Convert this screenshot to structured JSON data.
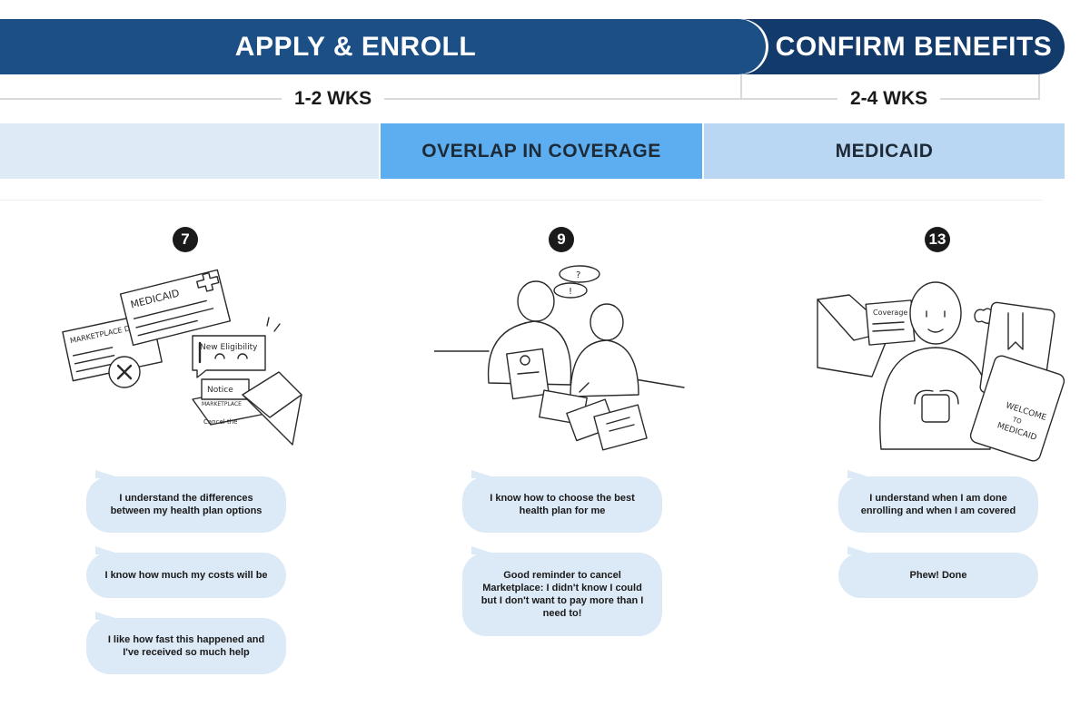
{
  "phases": {
    "apply": "APPLY & ENROLL",
    "confirm": "CONFIRM BENEFITS"
  },
  "durations": {
    "apply": "1-2 WKS",
    "confirm": "2-4 WKS"
  },
  "lanes": {
    "overlap": "OVERLAP IN COVERAGE",
    "medicaid": "MEDICAID"
  },
  "steps": [
    {
      "number": "7",
      "illustration_text": {
        "medicaid": "MEDICAID",
        "marketplace_discount": "MARKETPLACE DISCOUNT",
        "new_eligibility": "New Eligibility",
        "notice": "Notice",
        "notice_marketplace": "MARKETPLACE",
        "cancel": "Cancel the"
      },
      "quotes": [
        "I understand the differences between my health plan options",
        "I know how much my costs will be",
        "I like how fast this happened and I've received so much help"
      ]
    },
    {
      "number": "9",
      "illustration_text": {
        "q": "?",
        "bang": "!"
      },
      "quotes": [
        "I know how to choose the best health plan for me",
        "Good reminder to cancel Marketplace: I didn't know I could but I don't want to pay more than I need to!"
      ]
    },
    {
      "number": "13",
      "illustration_text": {
        "coverage": "Coverage",
        "welcome": "WELCOME",
        "to": "TO",
        "medicaid": "MEDICAID"
      },
      "quotes": [
        "I understand when I am done enrolling and when I am covered",
        "Phew! Done"
      ]
    }
  ],
  "colors": {
    "apply_phase": "#1b4f85",
    "confirm_phase": "#123a6b",
    "overlap_lane": "#5caef0",
    "medicaid_lane": "#b9d7f3",
    "bubble": "#dce9f6"
  }
}
